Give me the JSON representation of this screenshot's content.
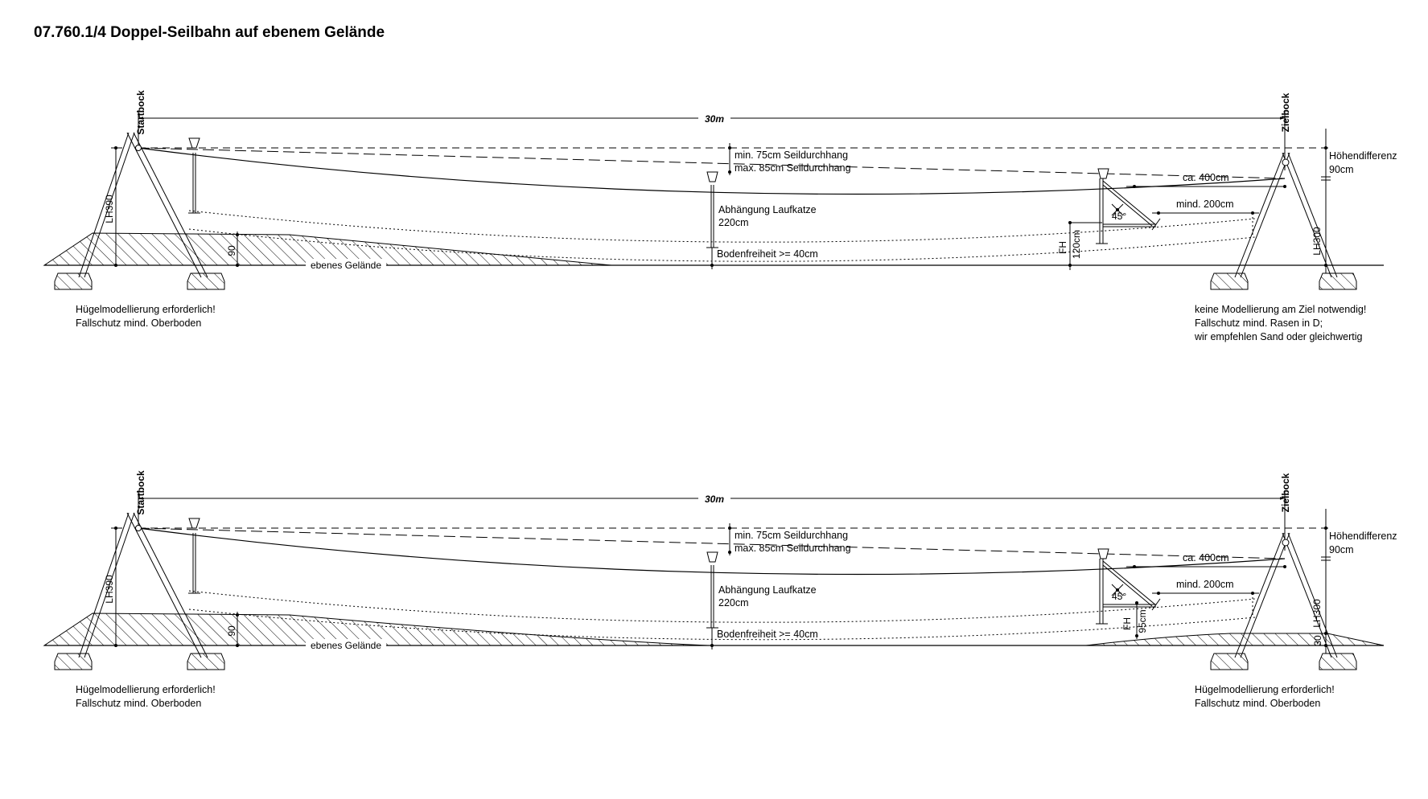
{
  "title": "07.760.1/4 Doppel-Seilbahn auf ebenem Gelände",
  "panels": [
    {
      "start_label": "Startbock",
      "end_label": "Zielbock",
      "span": "30m",
      "height_diff_line1": "Höhendifferenz",
      "height_diff_line2": "90cm",
      "sag_min": "min. 75cm Seildurchhang",
      "sag_max": "max. 85cm Seildurchhang",
      "hanger_line1": "Abhängung Laufkatze",
      "hanger_line2": "220cm",
      "clearance": "Bodenfreiheit >= 40cm",
      "ground": "ebenes Gelände",
      "lh_start": "LH390",
      "lh_end": "LH300",
      "hill_height": "90",
      "end_hill_height": "",
      "fh": "FH",
      "fh_value": "120cm",
      "approx": "ca. 400cm",
      "min_dist": "mind. 200cm",
      "angle": "45°",
      "note_left": [
        "Hügelmodellierung erforderlich!",
        "Fallschutz mind. Oberboden"
      ],
      "note_right": [
        "keine Modellierung am Ziel notwendig!",
        "Fallschutz mind. Rasen in D;",
        "wir empfehlen Sand oder gleichwertig"
      ]
    },
    {
      "start_label": "Startbock",
      "end_label": "Zielbock",
      "span": "30m",
      "height_diff_line1": "Höhendifferenz",
      "height_diff_line2": "90cm",
      "sag_min": "min. 75cm Seildurchhang",
      "sag_max": "max. 85cm Seildurchhang",
      "hanger_line1": "Abhängung Laufkatze",
      "hanger_line2": "220cm",
      "clearance": "Bodenfreiheit >= 40cm",
      "ground": "ebenes Gelände",
      "lh_start": "LH390",
      "lh_end": "LH300",
      "hill_height": "90",
      "end_hill_height": "30",
      "fh": "FH",
      "fh_value": "95cm",
      "approx": "ca. 400cm",
      "min_dist": "mind. 200cm",
      "angle": "45°",
      "note_left": [
        "Hügelmodellierung erforderlich!",
        "Fallschutz mind. Oberboden"
      ],
      "note_right": [
        "Hügelmodellierung erforderlich!",
        "Fallschutz mind. Oberboden"
      ]
    }
  ]
}
